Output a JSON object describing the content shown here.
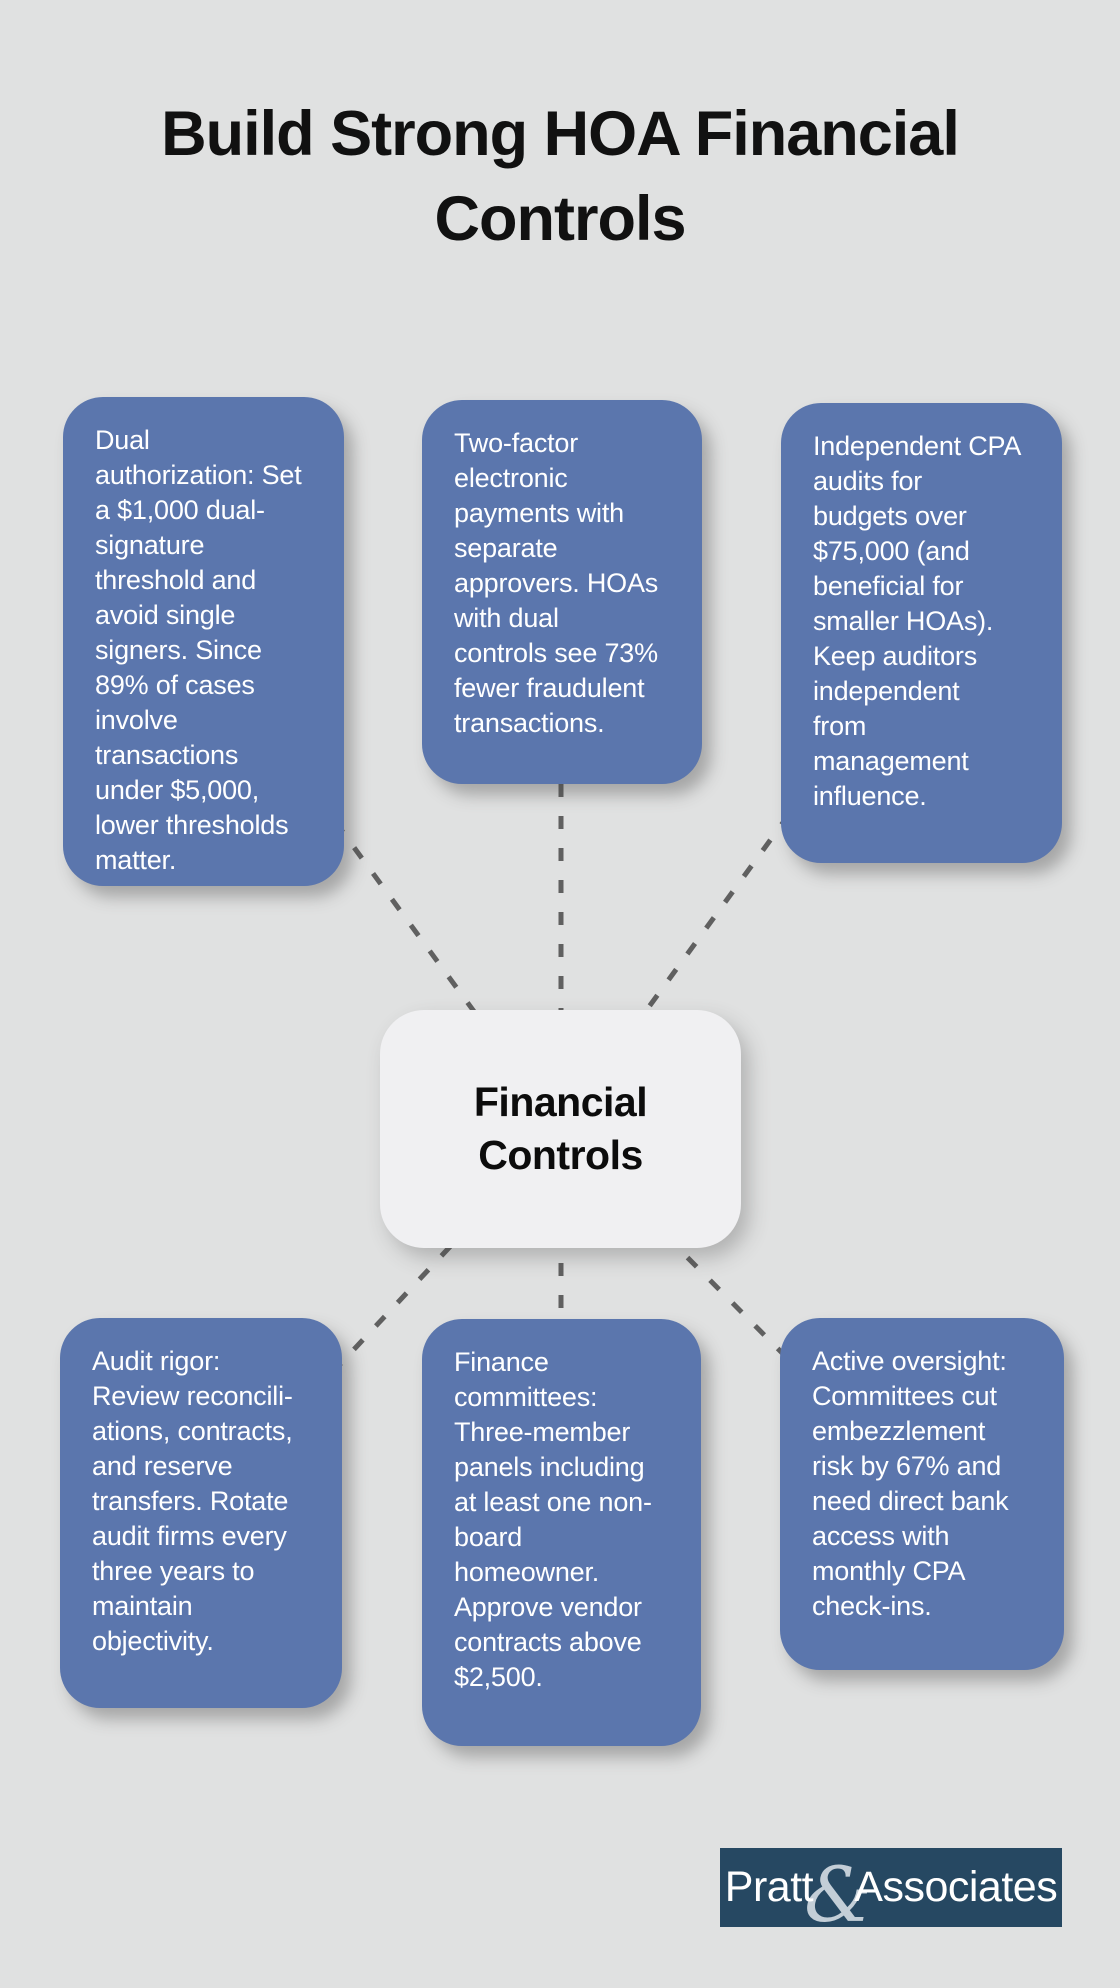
{
  "colors": {
    "canvas_bg": "#e0e1e1",
    "node_blue": "#5b76ad",
    "node_text": "#ffffff",
    "center_bg": "#f0f0f2",
    "title_text": "#111111",
    "connector": "#606060",
    "logo_bg": "#264862",
    "logo_text": "#ffffff"
  },
  "title": "Build Strong HOA Financial Controls",
  "center_node": {
    "lines": [
      "Financial",
      "Controls"
    ]
  },
  "nodes": [
    {
      "name": "dual-authorization",
      "lines": [
        "Dual",
        "authorization: Set",
        "a $1,000 dual-",
        "signature",
        "threshold and",
        "avoid single",
        "signers. Since",
        "89% of cases",
        "involve",
        "transactions",
        "under $5,000,",
        "lower thresholds",
        "matter."
      ]
    },
    {
      "name": "two-factor-payments",
      "lines": [
        "Two-factor",
        "electronic",
        "payments with",
        "separate",
        "approvers. HOAs",
        "with dual",
        "controls see 73%",
        "fewer fraudulent",
        "transactions."
      ]
    },
    {
      "name": "independent-cpa-audits",
      "lines": [
        "Independent CPA",
        "audits for",
        "budgets over",
        "$75,000 (and",
        "beneficial for",
        "smaller HOAs).",
        "Keep auditors",
        "independent",
        "from",
        "management",
        "influence."
      ]
    },
    {
      "name": "audit-rigor",
      "lines": [
        "Audit rigor:",
        "Review reconcili-",
        "ations, contracts,",
        "and reserve",
        "transfers. Rotate",
        "audit firms every",
        "three years to",
        "maintain",
        "objectivity."
      ]
    },
    {
      "name": "finance-committees",
      "lines": [
        "Finance",
        "committees:",
        "Three-member",
        "panels including",
        "at least one non-",
        "board",
        "homeowner.",
        "Approve vendor",
        "contracts above",
        "$2,500."
      ]
    },
    {
      "name": "active-oversight",
      "lines": [
        "Active oversight:",
        "Committees cut",
        "embezzlement",
        "risk by 67% and",
        "need direct bank",
        "access with",
        "monthly CPA",
        "check-ins."
      ]
    }
  ],
  "logo": {
    "part1": "Pratt",
    "ampersand": "&",
    "part2": "Associates"
  }
}
